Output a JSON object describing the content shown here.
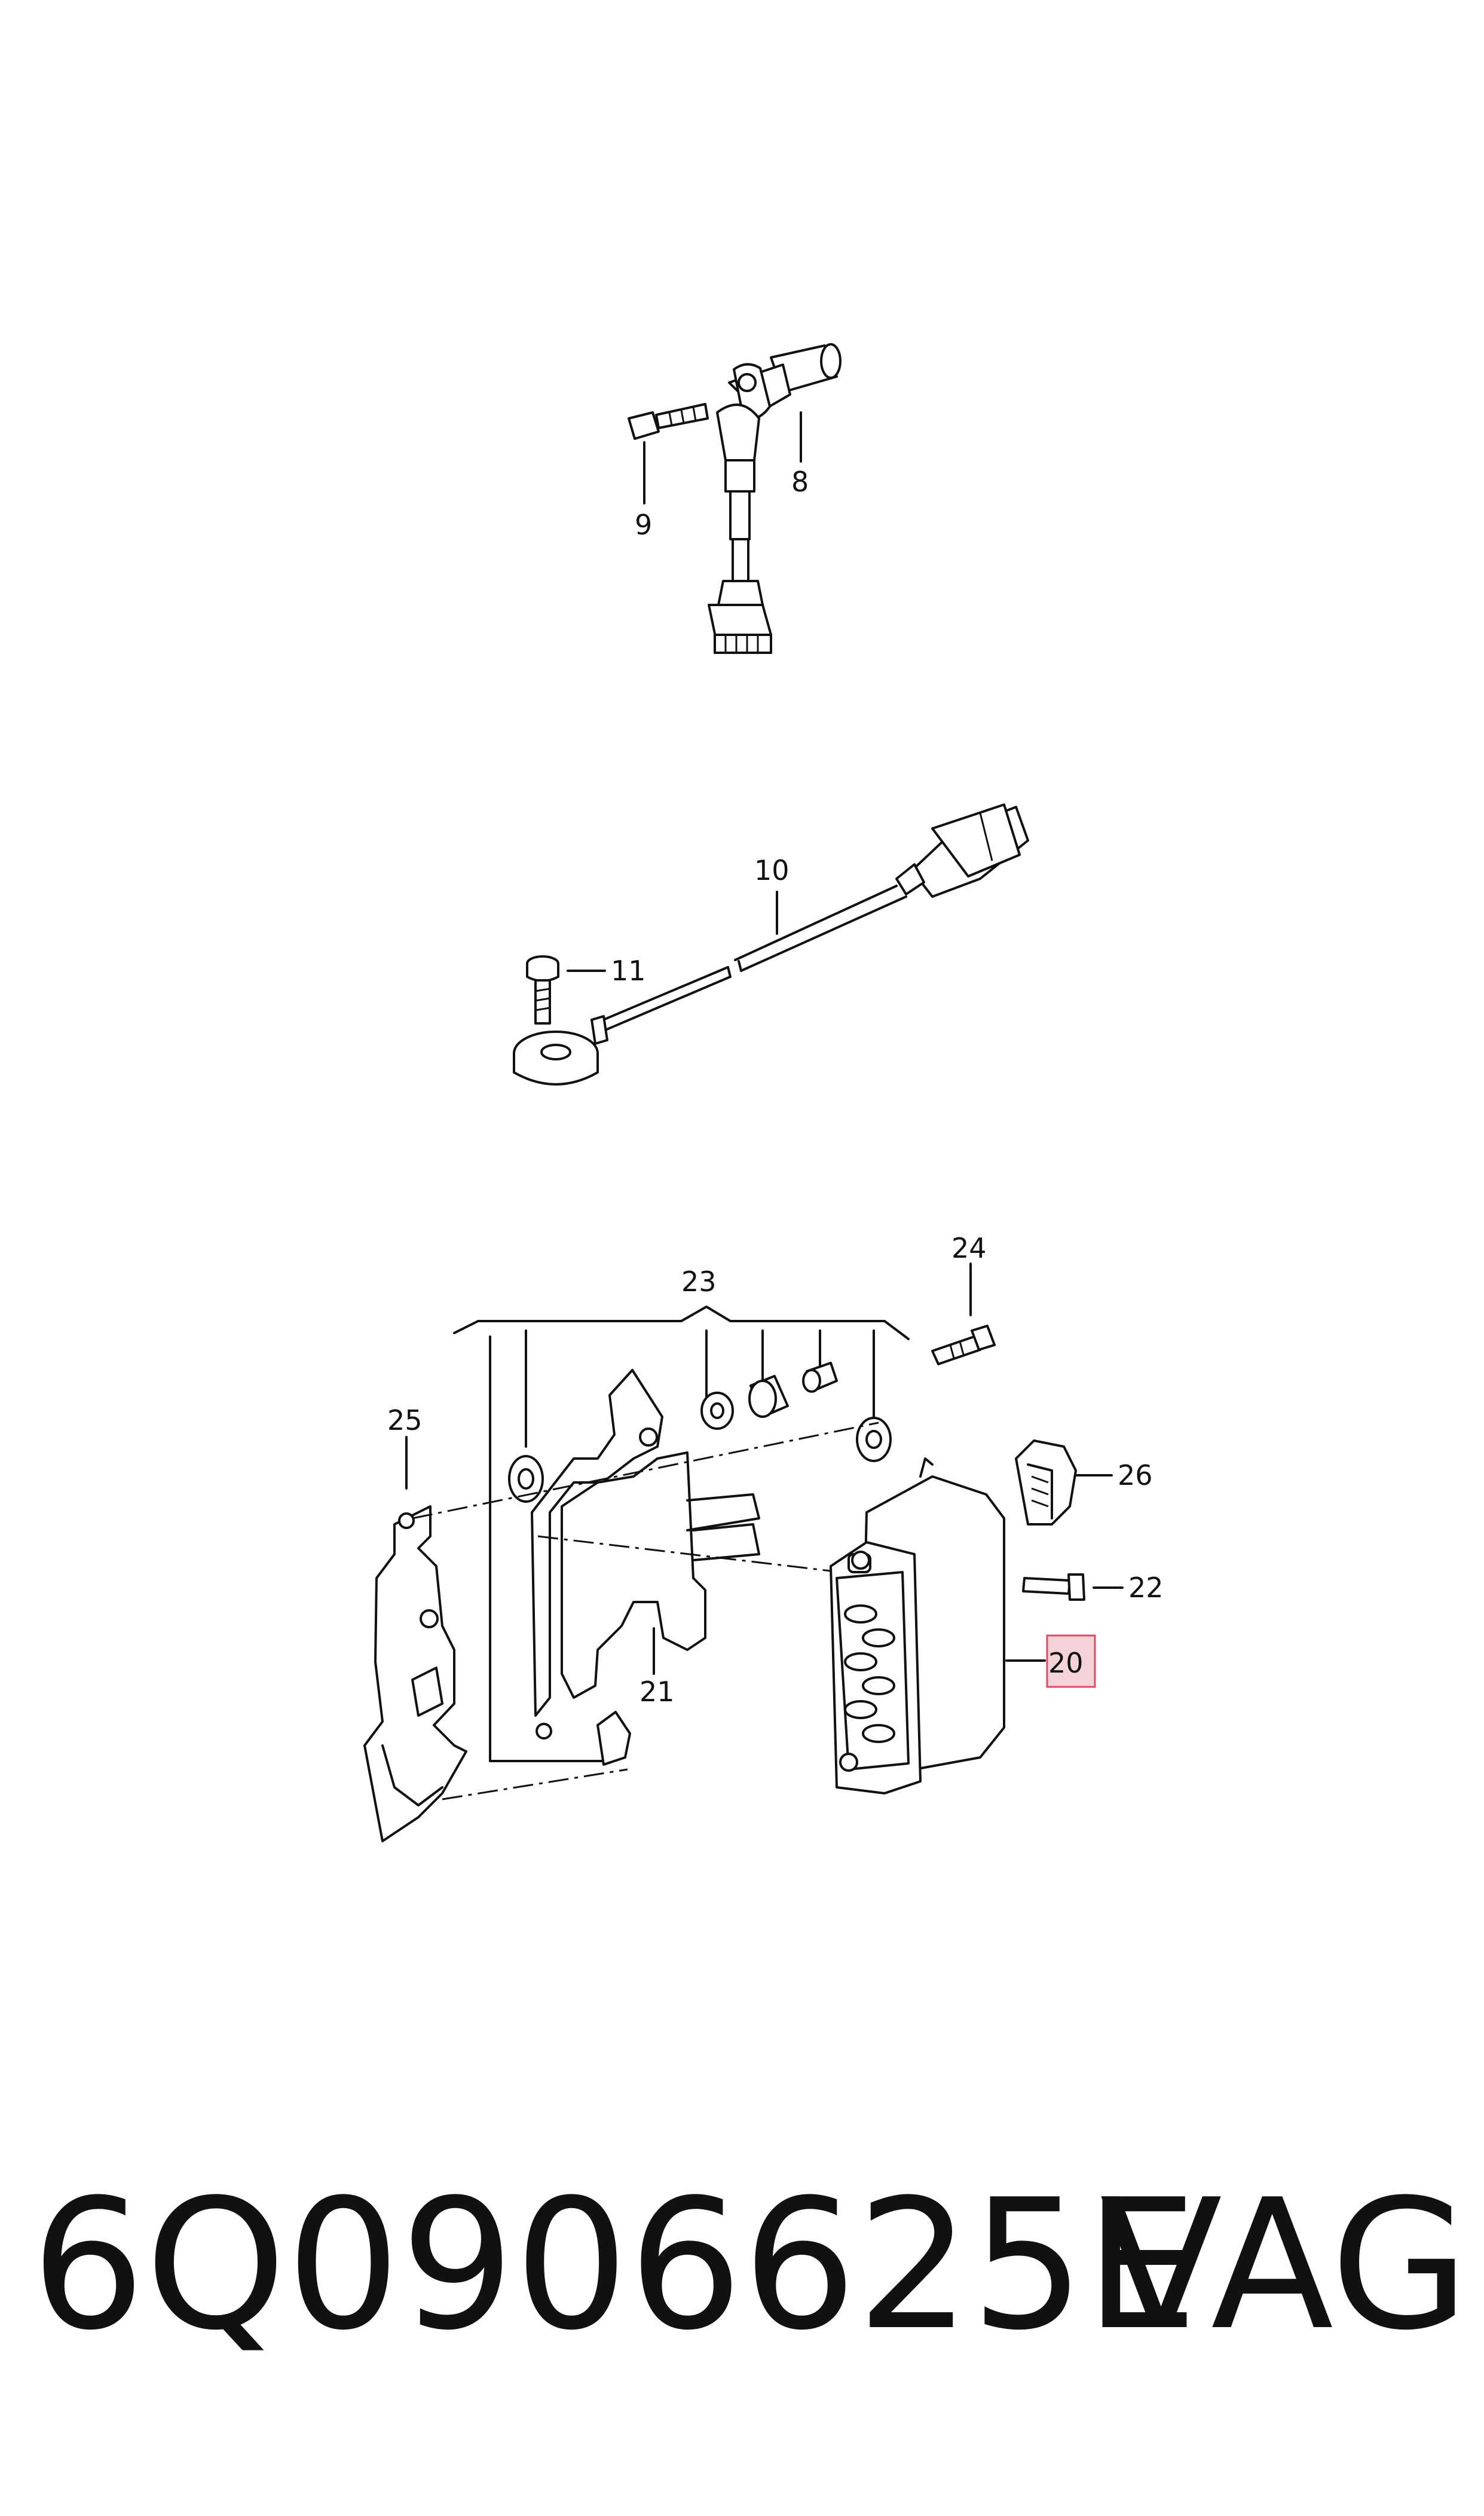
{
  "callouts": {
    "c8": "8",
    "c9": "9",
    "c10": "10",
    "c11": "11",
    "c20": "20",
    "c21": "21",
    "c22": "22",
    "c23": "23",
    "c24": "24",
    "c25": "25",
    "c26": "26"
  },
  "highlight_color": "#f3d3d7",
  "highlight_border": "#d94f6a",
  "footer": {
    "part_number": "6Q0906625E",
    "brand": "VAG"
  }
}
